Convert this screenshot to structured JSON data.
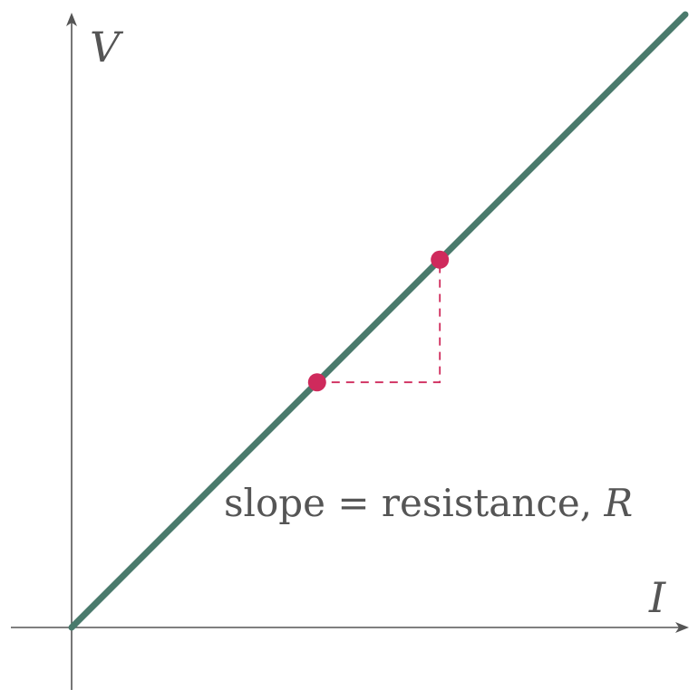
{
  "chart_data": {
    "type": "line",
    "xlabel": "I",
    "ylabel": "V",
    "annotation": {
      "text": "slope = resistance, ",
      "symbol": "R"
    },
    "series": [
      {
        "x": [
          0,
          1
        ],
        "y": [
          0,
          1
        ]
      }
    ],
    "points": [
      {
        "x": 0.4,
        "y": 0.4
      },
      {
        "x": 0.6,
        "y": 0.6
      }
    ],
    "slope_triangle": true,
    "xlim": [
      0,
      1
    ],
    "ylim": [
      0,
      1
    ],
    "grid": false,
    "ticks": false,
    "colors": {
      "line": "#4a7a6c",
      "points": "#cf2a5c",
      "axes": "#555555",
      "text": "#555555"
    }
  }
}
